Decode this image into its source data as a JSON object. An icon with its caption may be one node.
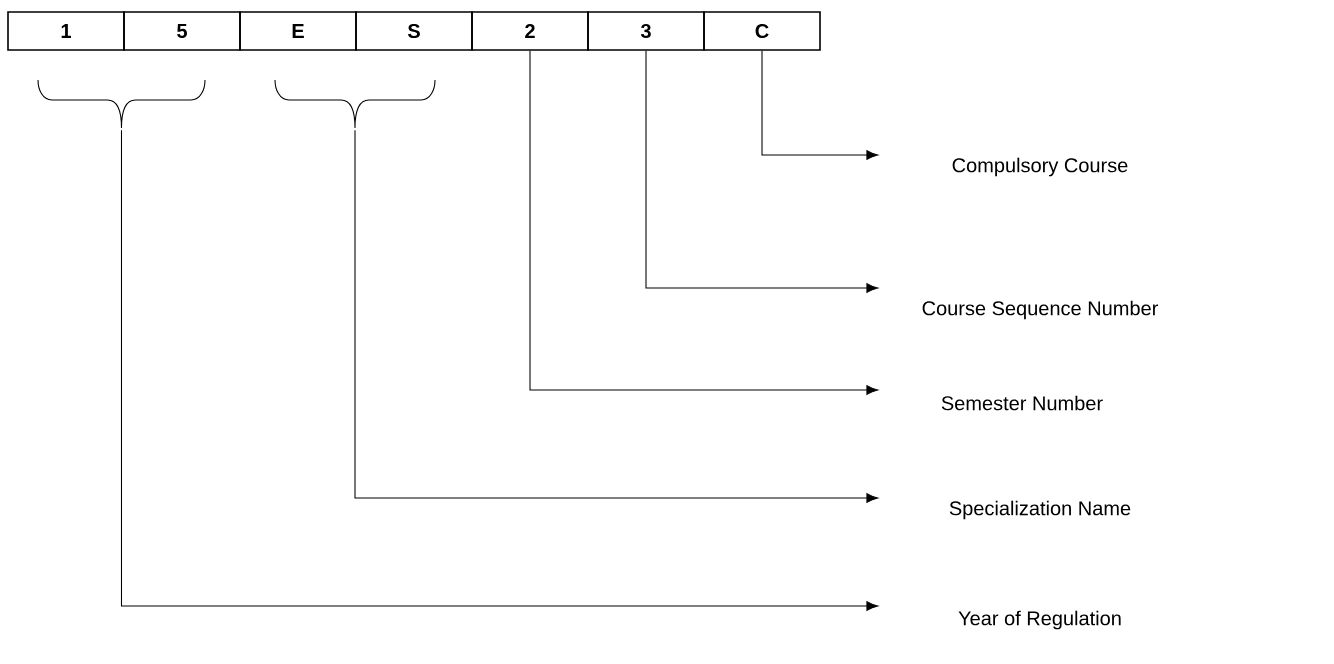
{
  "diagram": {
    "nodes": [
      {
        "text": [
          "1"
        ]
      },
      {
        "text": [
          "5"
        ]
      },
      {
        "text": [
          "E"
        ]
      },
      {
        "text": [
          "S"
        ]
      },
      {
        "text": [
          "2"
        ]
      },
      {
        "text": [
          "3"
        ]
      },
      {
        "text": [
          "C"
        ]
      },
      {
        "text": [],
        "shape": "brace"
      },
      {
        "text": [],
        "shape": "brace"
      },
      {
        "text": [
          "Compulsory Course"
        ]
      },
      {
        "text": [
          "Course Sequence Number"
        ]
      },
      {
        "text": [
          "Semester Number"
        ]
      },
      {
        "text": [
          "Specialization Name"
        ]
      },
      {
        "text": [
          "Year of Regulation"
        ]
      }
    ],
    "edges": [
      {
        "from": 6,
        "to": 9,
        "arrow": "to"
      },
      {
        "from": 5,
        "to": 10,
        "arrow": "to"
      },
      {
        "from": 4,
        "to": 11,
        "arrow": "to"
      },
      {
        "from": 8,
        "to": 12,
        "arrow": "to"
      },
      {
        "from": 7,
        "to": 13,
        "arrow": "to"
      }
    ]
  }
}
